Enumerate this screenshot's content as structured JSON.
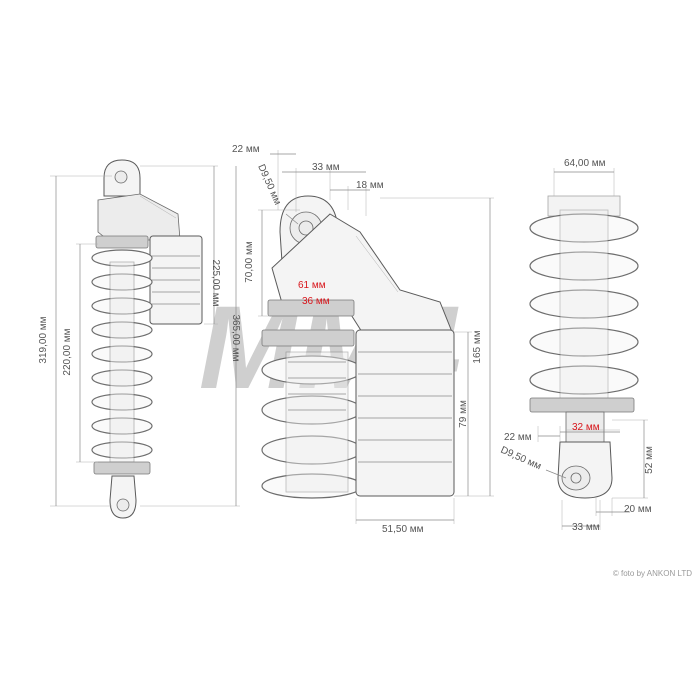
{
  "watermark": {
    "text": "MM4",
    "color": "#9e9e9e"
  },
  "credit": "© foto by ANKON LTD",
  "colors": {
    "red_dimension": "#d8141a",
    "gray_dimension": "#555555"
  },
  "left_view": {
    "total_length": "319,00 мм",
    "spring_length": "220,00 мм",
    "reservoir_length": "225,00 мм",
    "stroke_length": "365,00 мм"
  },
  "center_view": {
    "dim_22": "22 мм",
    "dim_33": "33 мм",
    "dim_18": "18 мм",
    "bolt_diameter": "D9,50 мм",
    "dim_70": "70,00 мм",
    "dim_61": "61 мм",
    "dim_36": "36 мм",
    "dim_165": "165 мм",
    "dim_79": "79 мм",
    "reservoir_width": "51,50 мм"
  },
  "right_view": {
    "spring_width": "64,00 мм",
    "dim_22": "22 мм",
    "dim_32": "32 мм",
    "bolt_diameter": "D9,50 мм",
    "dim_52": "52 мм",
    "dim_20": "20 мм",
    "dim_33": "33 мм"
  }
}
